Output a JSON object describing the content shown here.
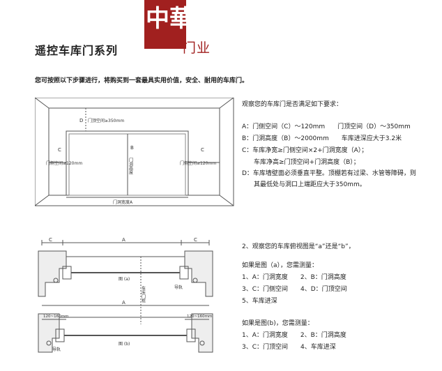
{
  "header": {
    "title": "遥控车库门系列",
    "brand": "门业",
    "logo_text": "中華門"
  },
  "intro": "您可按照以下步骤进行，将购买到一套最具实用价值，安全、耐用的车库门。",
  "section1": {
    "lead": "观察您的车库门是否满足如下要求：",
    "items": [
      "A：门侧空间（C）～120mm　　门顶空间（D）～350mm",
      "B：门洞高度（B）～2000mm　　车库进深应大于3.2米",
      "C：车库净宽≥门侧空间×2+门洞宽度（A）；",
      "车库净高≥门顶空间+门洞高度（B）；",
      "D：车库墙壁面必须垂直平整。顶棚若有过梁、水管等障碍，则",
      "其最低处与洞口上端距应大于350mm。"
    ]
  },
  "section2": {
    "lead": "2、观察您的车库俯视图是“a”还是“b”，",
    "case_a_title": "如果是图（a），您需测量：",
    "case_a_items": [
      "1、A：门洞宽度　　2、B：门洞高度",
      "3、C：门侧空间　　4、D：门顶空间",
      "5、车库进深"
    ],
    "case_b_title": "如果是图(b)，您需测量：",
    "case_b_items": [
      "1、A：门洞宽度　　2、B：门洞高度",
      "3、C：门顶空间　　4、车库进深"
    ]
  },
  "diagram_front": {
    "d_label": "D",
    "top_space": "门顶空间≥350mm",
    "b_label": "B",
    "height_label": "门洞高度",
    "c_left": "C",
    "c_right": "C",
    "side_left": "门侧空间≥120mm",
    "side_right": "门侧空间≥120mm",
    "width_label": "门洞宽度A"
  },
  "diagram_plan": {
    "c_left": "C",
    "a_top": "A",
    "c_right": "C",
    "fig_a": "图 (a)",
    "center_label": "车库门框",
    "rail_a": "导轨",
    "a_bottom": "A",
    "dim_left": "120~160mm",
    "dim_right": "120~160mm",
    "fig_b": "图 (b)",
    "rail_b": "导轨"
  }
}
